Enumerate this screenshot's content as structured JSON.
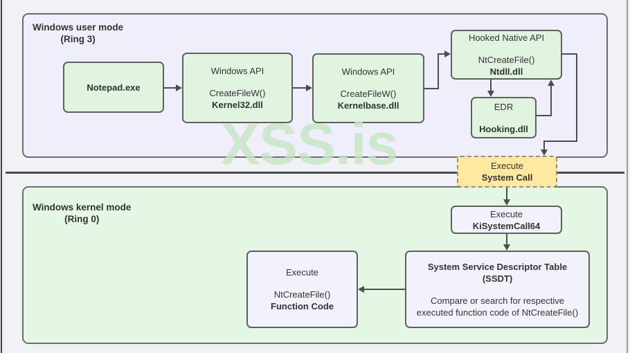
{
  "watermark": {
    "text": "XSS.is",
    "color": "#c6e6c5"
  },
  "zones": {
    "user": {
      "line1": "Windows user mode",
      "line2": "(Ring 3)"
    },
    "kernel": {
      "line1": "Windows kernel mode",
      "line2": "(Ring 0)"
    }
  },
  "nodes": {
    "notepad": {
      "lines": [
        "Notepad.exe"
      ]
    },
    "kernel32": {
      "lines": [
        "Windows API",
        "CreateFileW()",
        "Kernel32.dll"
      ]
    },
    "kernelbase": {
      "lines": [
        "Windows API",
        "CreateFileW()",
        "Kernelbase.dll"
      ]
    },
    "hooked": {
      "lines": [
        "Hooked Native API",
        "NtCreateFile()",
        "Ntdll.dll"
      ]
    },
    "edr": {
      "lines": [
        "EDR",
        "Hooking.dll"
      ]
    },
    "syscall": {
      "lines": [
        "Execute",
        "System Call"
      ]
    },
    "kisyscall": {
      "lines": [
        "Execute",
        "KiSystemCall64"
      ]
    },
    "ssdt": {
      "lines": [
        "System Service Descriptor Table",
        "(SSDT)",
        "Compare or search for respective",
        "executed function code of NtCreateFile()"
      ]
    },
    "funccode": {
      "lines": [
        "Execute",
        "NtCreateFile()",
        "Function Code"
      ]
    }
  },
  "colors": {
    "zone_user_fill": "#efeffb",
    "zone_kernel_fill": "#e4f6e4",
    "node_green_fill": "#e0f4e0",
    "node_lavender_fill": "#f2f2fd",
    "node_yellow_fill": "#ffe9a0",
    "node_border": "#5f5f5f",
    "arrow": "#4d4d4d",
    "divider": "#4b4b4b",
    "text": "#333333"
  }
}
